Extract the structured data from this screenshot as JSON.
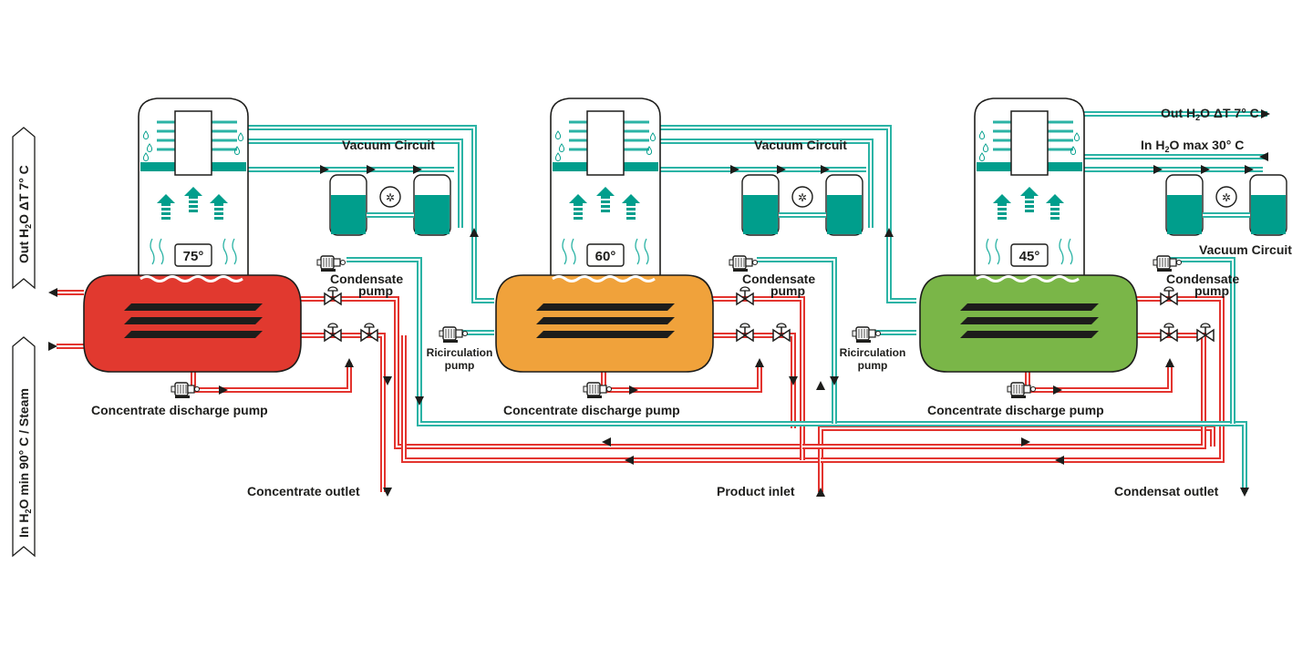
{
  "colors": {
    "teal": "#009e8c",
    "teal_line": "#2bb3a5",
    "red_line": "#e3342f",
    "red_tank": "#e1392f",
    "orange_tank": "#f0a23b",
    "green_tank": "#7ab648",
    "dark": "#1d1d1b"
  },
  "left_labels": {
    "top": {
      "pre": "Out H",
      "sub": "2",
      "post": "O ΔT 7° C"
    },
    "bottom": {
      "pre": "In H",
      "sub": "2",
      "post": "O min 90° C / Steam"
    }
  },
  "right_labels": {
    "out": {
      "pre": "Out H",
      "sub": "2",
      "post": "O ΔT 7° C"
    },
    "in": {
      "pre": "In H",
      "sub": "2",
      "post": "O max 30° C"
    }
  },
  "stages": [
    {
      "temperature": "75°",
      "vacuum_label": "Vacuum Circuit",
      "condensate_label": [
        "Condensate",
        "pump"
      ],
      "discharge_label": "Concentrate discharge pump"
    },
    {
      "temperature": "60°",
      "vacuum_label": "Vacuum Circuit",
      "condensate_label": [
        "Condensate",
        "pump"
      ],
      "discharge_label": "Concentrate discharge pump",
      "recirc_label": [
        "Ricirculation",
        "pump"
      ]
    },
    {
      "temperature": "45°",
      "vacuum_label": "Vacuum Circuit",
      "condensate_label": [
        "Condensate",
        "pump"
      ],
      "discharge_label": "Concentrate discharge pump",
      "recirc_label": [
        "Ricirculation",
        "pump"
      ]
    }
  ],
  "outlets": {
    "concentrate": "Concentrate outlet",
    "product": "Product inlet",
    "condensate": "Condensat outlet"
  }
}
